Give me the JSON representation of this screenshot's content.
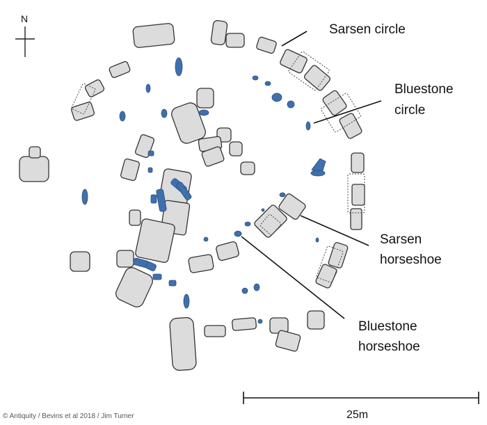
{
  "north_label": "N",
  "labels": {
    "sarsen_circle": "Sarsen circle",
    "bluestone_circle": [
      "Bluestone",
      "circle"
    ],
    "sarsen_horseshoe": [
      "Sarsen",
      "horseshoe"
    ],
    "bluestone_horseshoe": [
      "Bluestone",
      "horseshoe"
    ]
  },
  "scale_bar_label": "25m",
  "credit": "© Antiquity / Bevins et al 2018 / Jim Turner",
  "colors": {
    "sarsen_fill": "#dcdcdc",
    "sarsen_outline": "#333333",
    "bluestone": "#3f6fad"
  }
}
